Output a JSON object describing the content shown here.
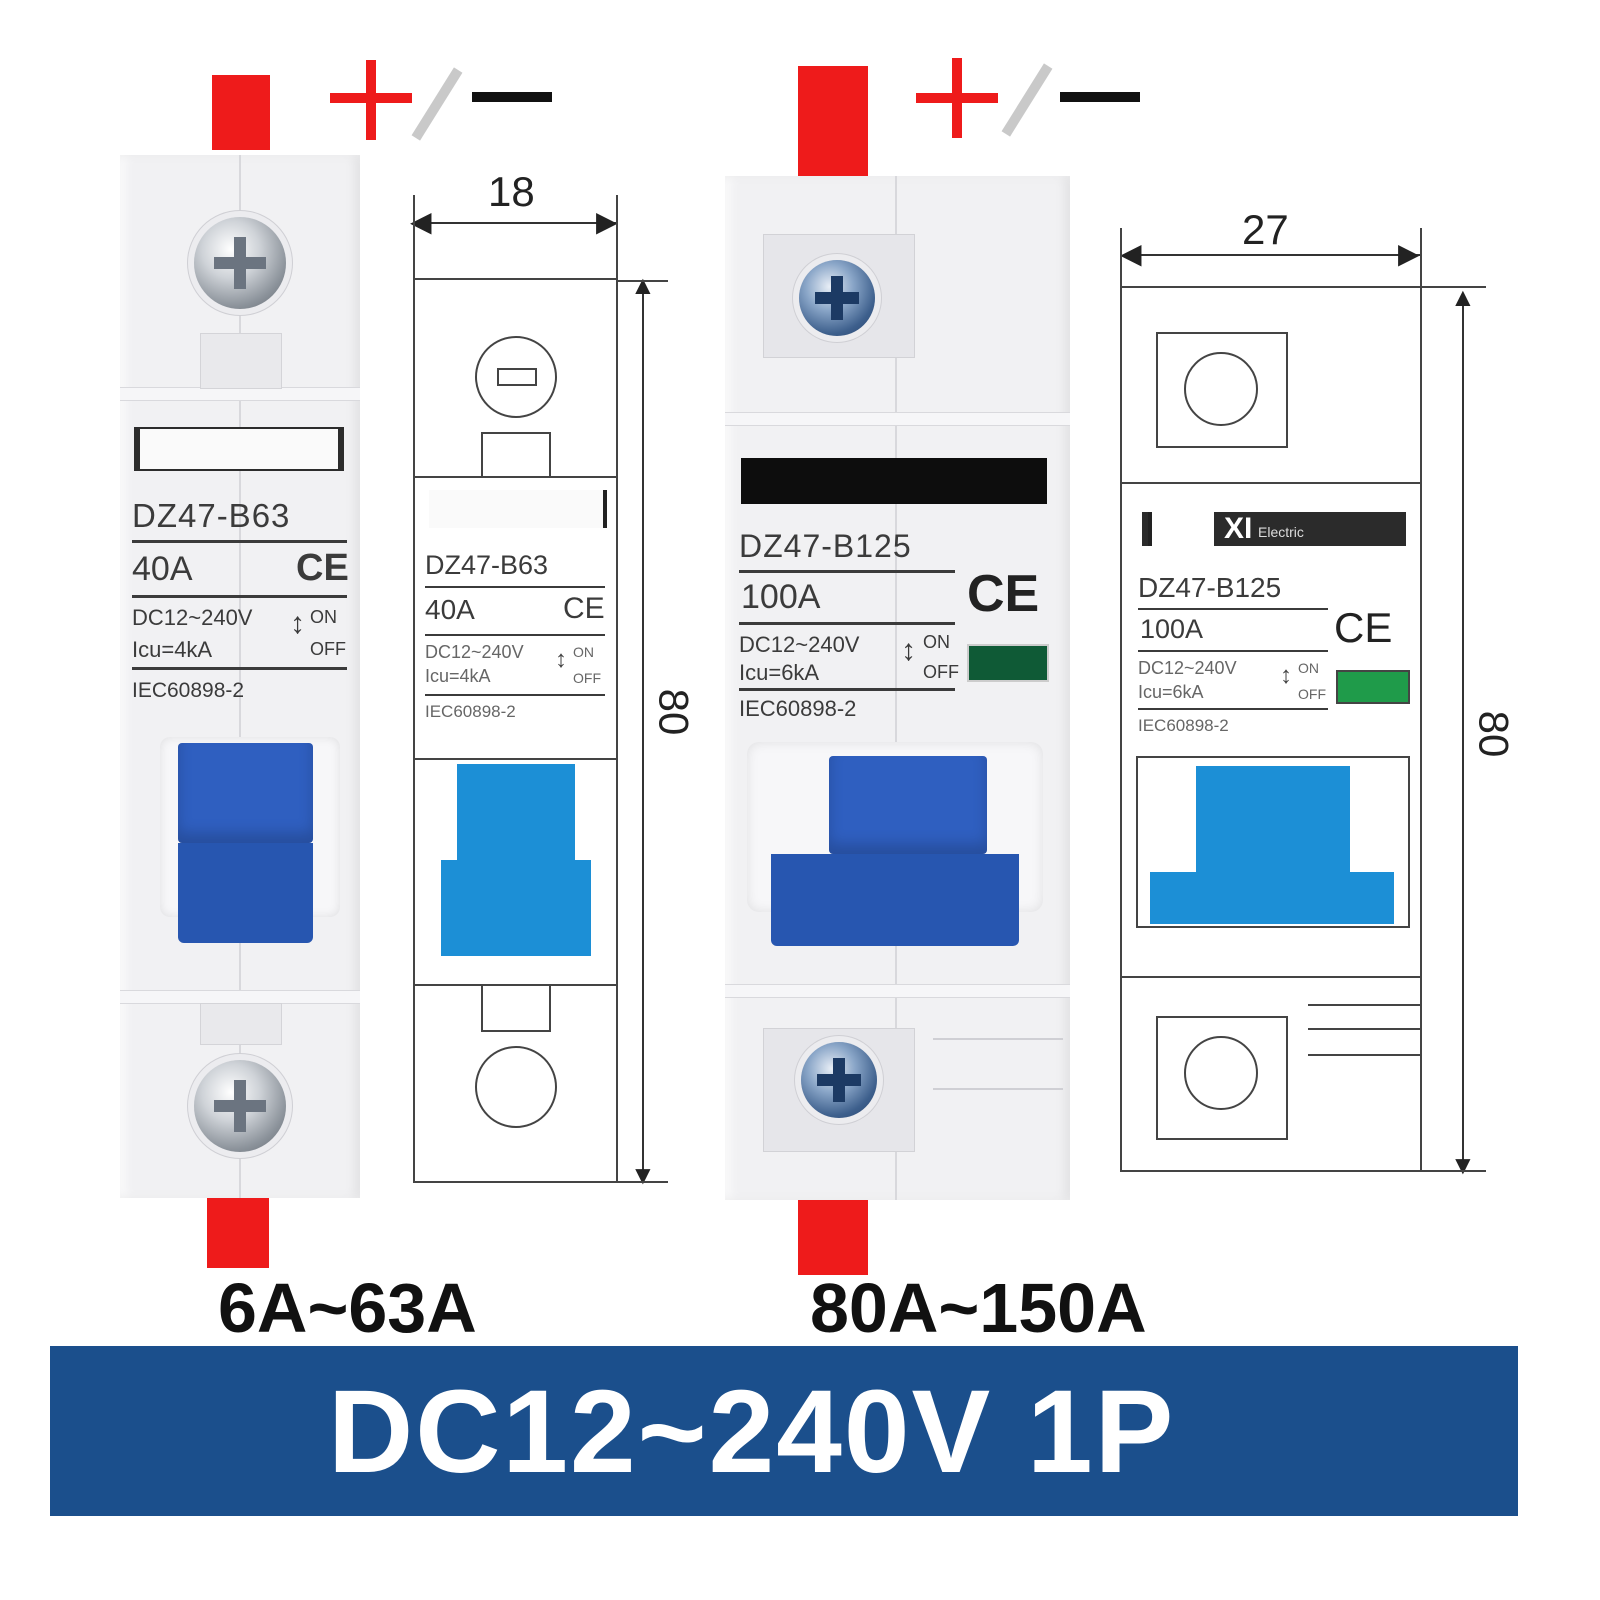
{
  "polarity": {
    "plus": "+",
    "slash": "/",
    "minus": "—"
  },
  "left": {
    "model": "DZ47-B63",
    "rating": "40A",
    "ce": "CE",
    "voltage": "DC12~240V",
    "icu": "Icu=4kA",
    "on": "ON",
    "off": "OFF",
    "standard": "IEC60898-2",
    "width_dim": "18",
    "height_dim": "80",
    "range": "6A~63A"
  },
  "right": {
    "model": "DZ47-B125",
    "rating": "100A",
    "ce": "CE",
    "voltage": "DC12~240V",
    "icu": "Icu=6kA",
    "on": "ON",
    "off": "OFF",
    "standard": "IEC60898-2",
    "brand": "XI",
    "brand_sub": "Electric",
    "width_dim": "27",
    "height_dim": "80",
    "range": "80A~150A"
  },
  "banner": {
    "text": "DC12~240V 1P"
  },
  "colors": {
    "red": "#ee1b1b",
    "banner": "#1b4f8c",
    "lever": "#2f5fc0",
    "drawing_blue": "#1c8fd6",
    "indicator_green": "#1f9b4a"
  }
}
